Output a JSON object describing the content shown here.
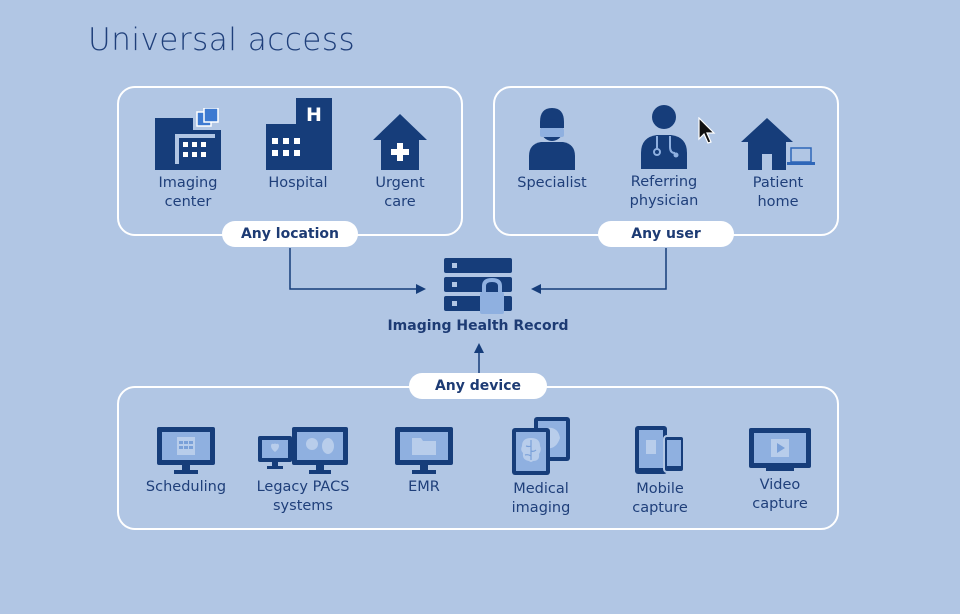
{
  "title": "Universal access",
  "center": {
    "label": "Imaging Health Record",
    "icon": "server-lock-icon"
  },
  "groups": {
    "location": {
      "pill": "Any location",
      "items": [
        {
          "label": "Imaging\ncenter",
          "icon": "imaging-center-icon"
        },
        {
          "label": "Hospital",
          "icon": "hospital-icon"
        },
        {
          "label": "Urgent\ncare",
          "icon": "urgent-care-icon"
        }
      ]
    },
    "user": {
      "pill": "Any user",
      "items": [
        {
          "label": "Specialist",
          "icon": "specialist-icon"
        },
        {
          "label": "Referring\nphysician",
          "icon": "physician-icon"
        },
        {
          "label": "Patient\nhome",
          "icon": "patient-home-icon"
        }
      ]
    },
    "device": {
      "pill": "Any device",
      "items": [
        {
          "label": "Scheduling",
          "icon": "scheduling-monitor-icon"
        },
        {
          "label": "Legacy PACS\nsystems",
          "icon": "legacy-pacs-icon"
        },
        {
          "label": "EMR",
          "icon": "emr-monitor-icon"
        },
        {
          "label": "Medical\nimaging",
          "icon": "medical-imaging-icon"
        },
        {
          "label": "Mobile\ncapture",
          "icon": "mobile-capture-icon"
        },
        {
          "label": "Video\ncapture",
          "icon": "video-capture-icon"
        }
      ]
    }
  },
  "colors": {
    "background": "#b1c6e4",
    "navy": "#163d7a",
    "text": "#1f3f7a",
    "light_icon": "#8fb0e0"
  }
}
